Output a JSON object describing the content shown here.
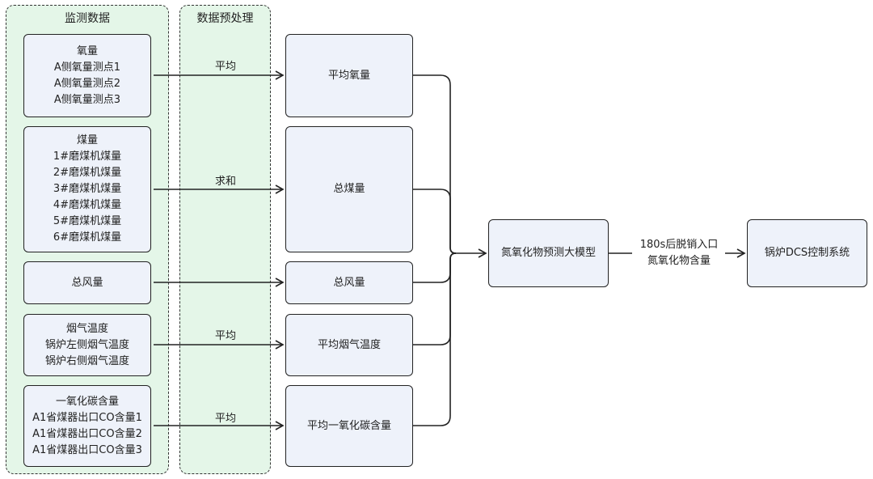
{
  "panels": {
    "monitoring_title": "监测数据",
    "preprocess_title": "数据预处理"
  },
  "inputs": [
    {
      "lines": [
        "氧量",
        "A侧氧量测点1",
        "A侧氧量测点2",
        "A侧氧量测点3"
      ]
    },
    {
      "lines": [
        "煤量",
        "1#磨煤机煤量",
        "2#磨煤机煤量",
        "3#磨煤机煤量",
        "4#磨煤机煤量",
        "5#磨煤机煤量",
        "6#磨煤机煤量"
      ]
    },
    {
      "lines": [
        "总风量"
      ]
    },
    {
      "lines": [
        "烟气温度",
        "锅炉左侧烟气温度",
        "锅炉右侧烟气温度"
      ]
    },
    {
      "lines": [
        "一氧化碳含量",
        "A1省煤器出口CO含量1",
        "A1省煤器出口CO含量2",
        "A1省煤器出口CO含量3"
      ]
    }
  ],
  "operations": [
    "平均",
    "求和",
    "",
    "平均",
    "平均"
  ],
  "features": [
    "平均氧量",
    "总煤量",
    "总风量",
    "平均烟气温度",
    "平均一氧化碳含量"
  ],
  "model": "氮氧化物预测大模型",
  "output_label": [
    "180s后脱销入口",
    "氮氧化物含量"
  ],
  "target": "锅炉DCS控制系统"
}
